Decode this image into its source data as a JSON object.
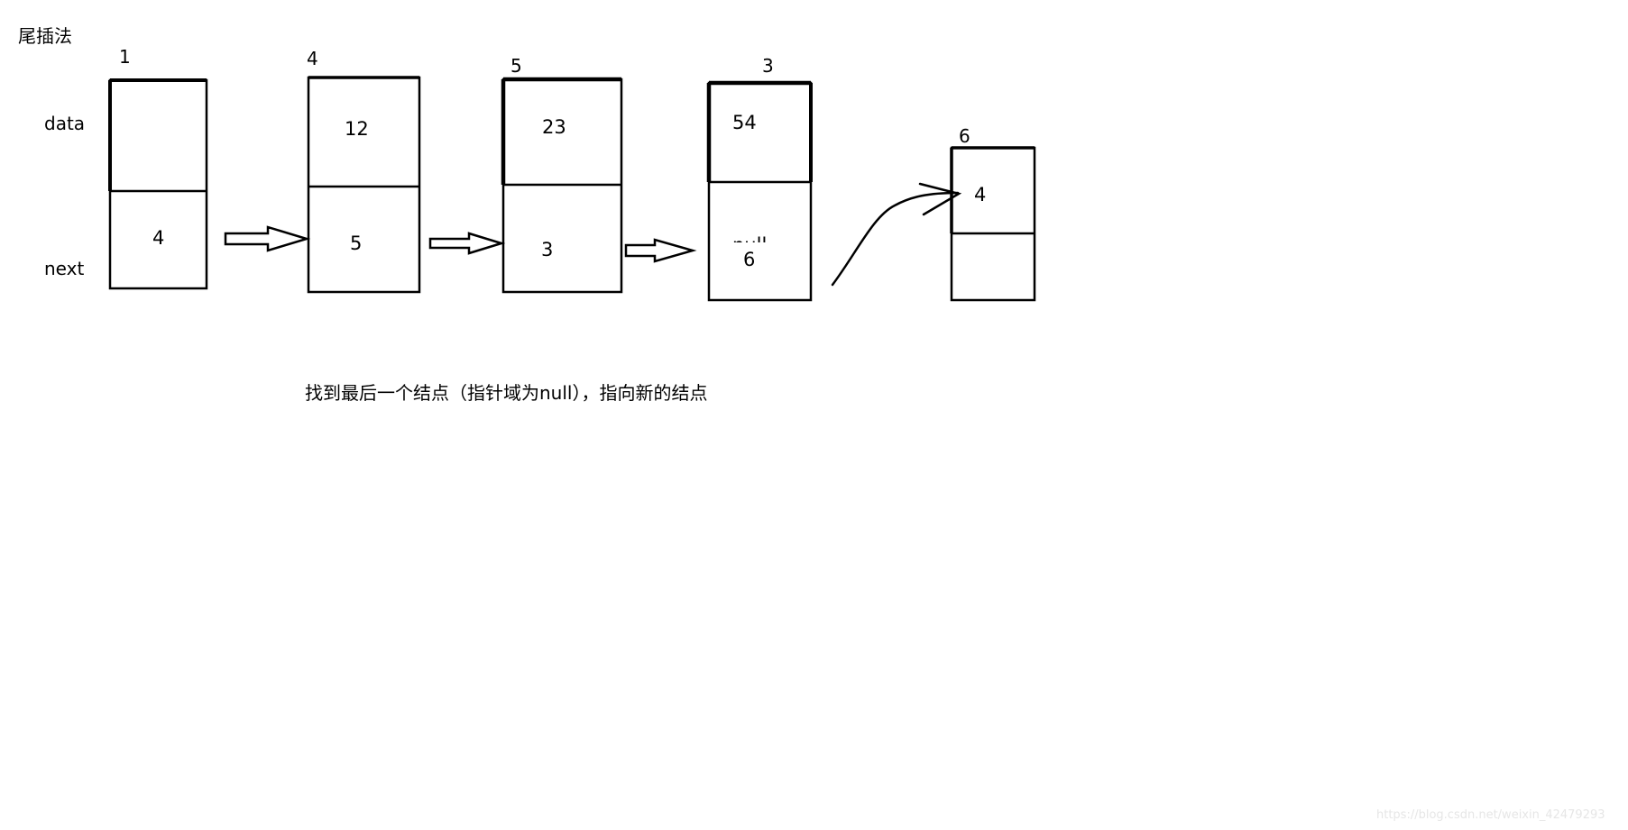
{
  "title": "尾插法",
  "row_labels": {
    "data": "data",
    "next": "next"
  },
  "nodes": [
    {
      "id": "1",
      "data": "",
      "next": "4"
    },
    {
      "id": "4",
      "data": "12",
      "next": "5"
    },
    {
      "id": "5",
      "data": "23",
      "next": "3"
    },
    {
      "id": "3",
      "data": "54",
      "next_struck": "null",
      "next": "6"
    },
    {
      "id": "6",
      "data": "4",
      "next": ""
    }
  ],
  "caption": "找到最后一个结点（指针域为null），指向新的结点",
  "watermark": "https://blog.csdn.net/weixin_42479293"
}
